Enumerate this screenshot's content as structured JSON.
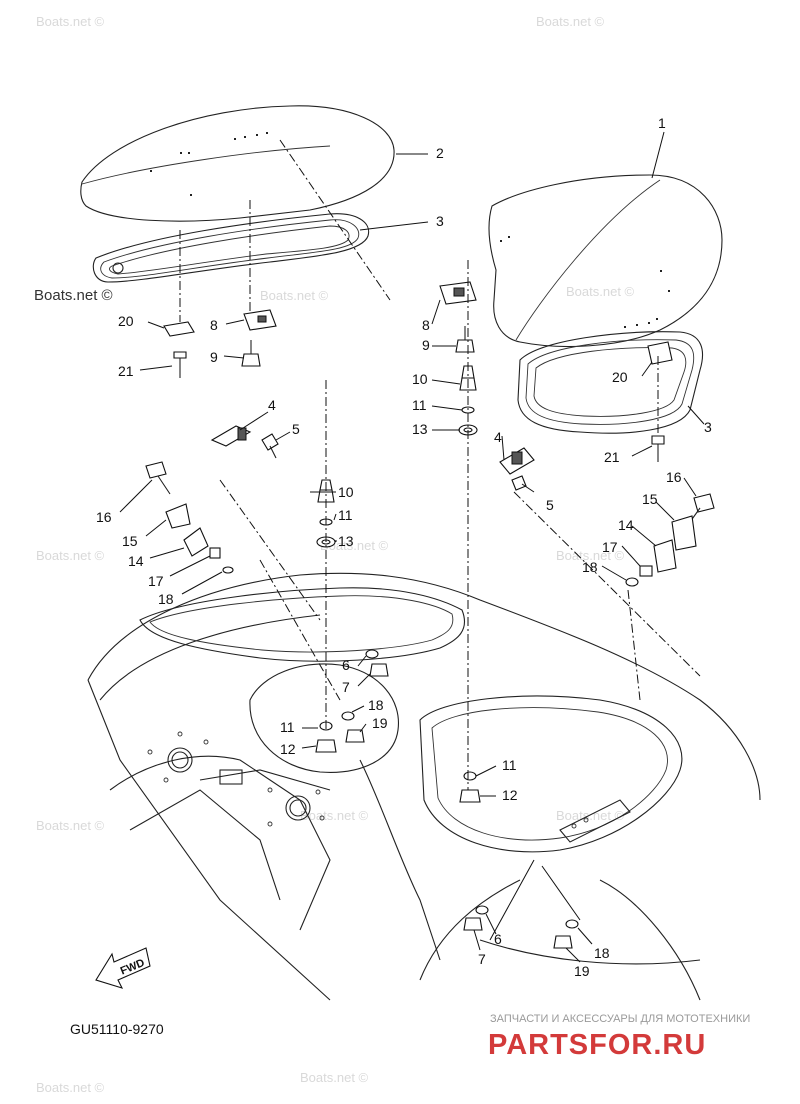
{
  "diagram": {
    "code": "GU51110-9270",
    "fwd_label": "FWD",
    "watermark": "Boats.net ©",
    "footer_tagline": "ЗАПЧАСТИ И АКСЕССУАРЫ ДЛЯ МОТОТЕХНИКИ",
    "footer_brand": "PARTSFOR.RU",
    "callouts": {
      "c1": "1",
      "c2": "2",
      "c3": "3",
      "c4": "4",
      "c5": "5",
      "c6": "6",
      "c7": "7",
      "c8": "8",
      "c9": "9",
      "c10": "10",
      "c11": "11",
      "c12": "12",
      "c13": "13",
      "c14": "14",
      "c15": "15",
      "c16": "16",
      "c17": "17",
      "c18": "18",
      "c19": "19",
      "c20": "20",
      "c21": "21"
    }
  }
}
